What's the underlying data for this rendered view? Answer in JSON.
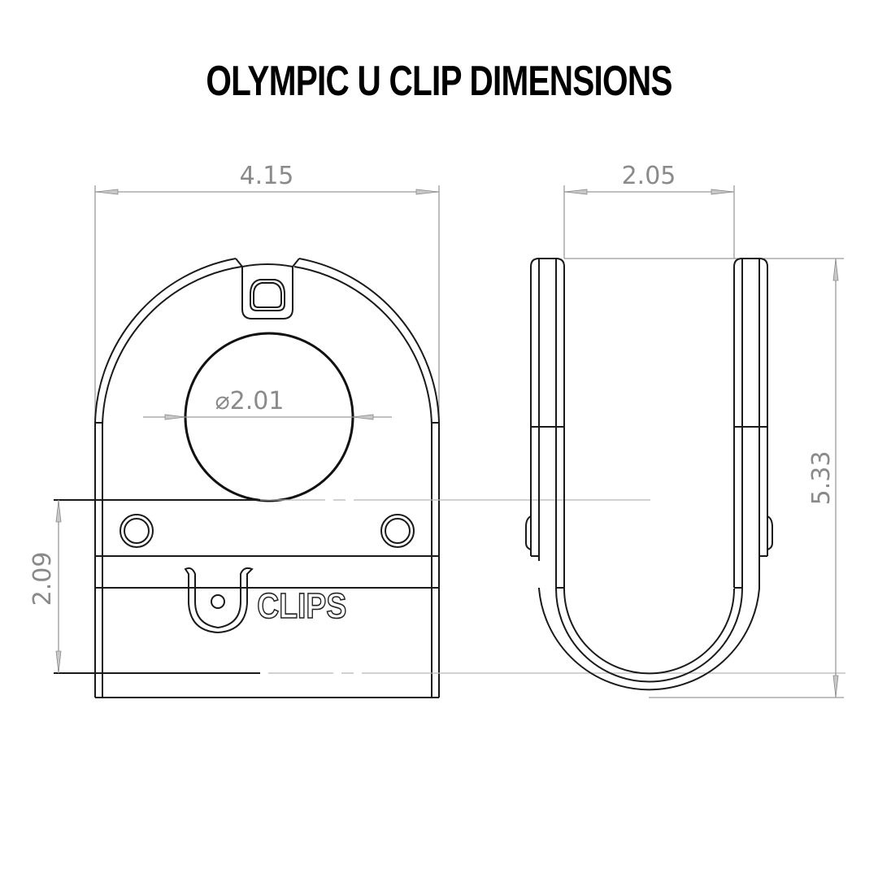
{
  "title": "OLYMPIC U CLIP DIMENSIONS",
  "front_view": {
    "width_dimension": "4.15",
    "hole_diameter_dimension": "⌀2.01",
    "height_dimension": "2.09",
    "logo_text": "CLIPS",
    "logo_mark": "U"
  },
  "side_view": {
    "width_dimension": "2.05",
    "height_dimension": "5.33"
  },
  "colors": {
    "line": "#1a1a1a",
    "dimension": "#8a8a8a",
    "background": "#ffffff"
  }
}
